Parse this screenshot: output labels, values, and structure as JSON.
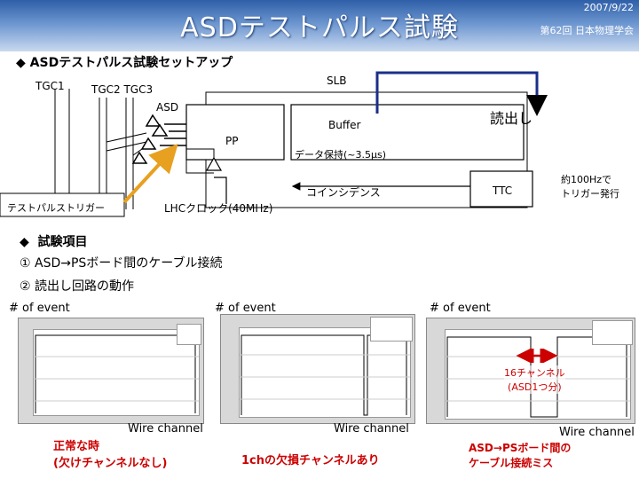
{
  "header": {
    "title": "ASDテストパルス試験",
    "date": "2007/9/22",
    "conference": "第62回 日本物理学会",
    "accent": "#2f5fa8"
  },
  "setup": {
    "heading": "ASDテストパルス試験セットアップ",
    "tgc1": "TGC1",
    "tgc2_tgc3": "TGC2 TGC3",
    "asd": "ASD",
    "pp": "PP",
    "slb": "SLB",
    "buffer": "Buffer",
    "data_hold": "データ保持(~3.5μs)",
    "coincidence": "コインシデンス",
    "ttc": "TTC",
    "readout": "読出し",
    "trigger_note": "約100Hzで\nトリガー発行",
    "test_pulse_trigger": "テストパルストリガー",
    "lhc_clock": "LHCクロック(40MHz)"
  },
  "items": {
    "heading": "試験項目",
    "item1": "① ASD→PSボード間のケーブル接続",
    "item2": "② 読出し回路の動作"
  },
  "plots": {
    "ylabel": "# of event",
    "xlabel": "Wire channel",
    "plot1_caption": "正常な時\n(欠けチャンネルなし)",
    "plot2_caption": "1chの欠損チャンネルあり",
    "plot3_caption": "ASD→PSボード間の\nケーブル接続ミス",
    "plot3_annotation": "16チャンネル\n(ASD1つ分)",
    "highlight_color": "#cc0000",
    "arrow_color": "#e8a020"
  }
}
